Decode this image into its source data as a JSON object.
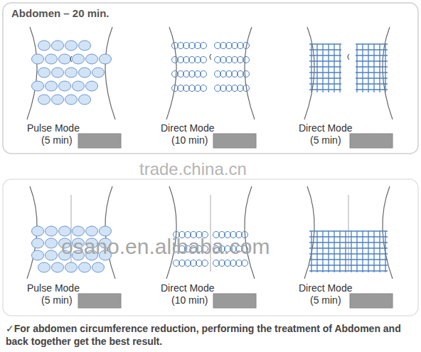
{
  "diagram": {
    "title": "Abdomen – 20 min.",
    "caption": "✓For abdomen circumference reduction, performing the treatment of Abdomen and back together get the best result.",
    "labels": [
      "Pulse Mode",
      "(5 min)",
      "Direct Mode",
      "(10 min)",
      "Direct Mode",
      "(5 min)",
      "trade.china.cn",
      "Pulse Mode",
      "(5 min)",
      "Direct Mode",
      "(10 min)",
      "Direct Mode",
      "(5 min)",
      "osano.en.alibaba.com"
    ]
  }
}
